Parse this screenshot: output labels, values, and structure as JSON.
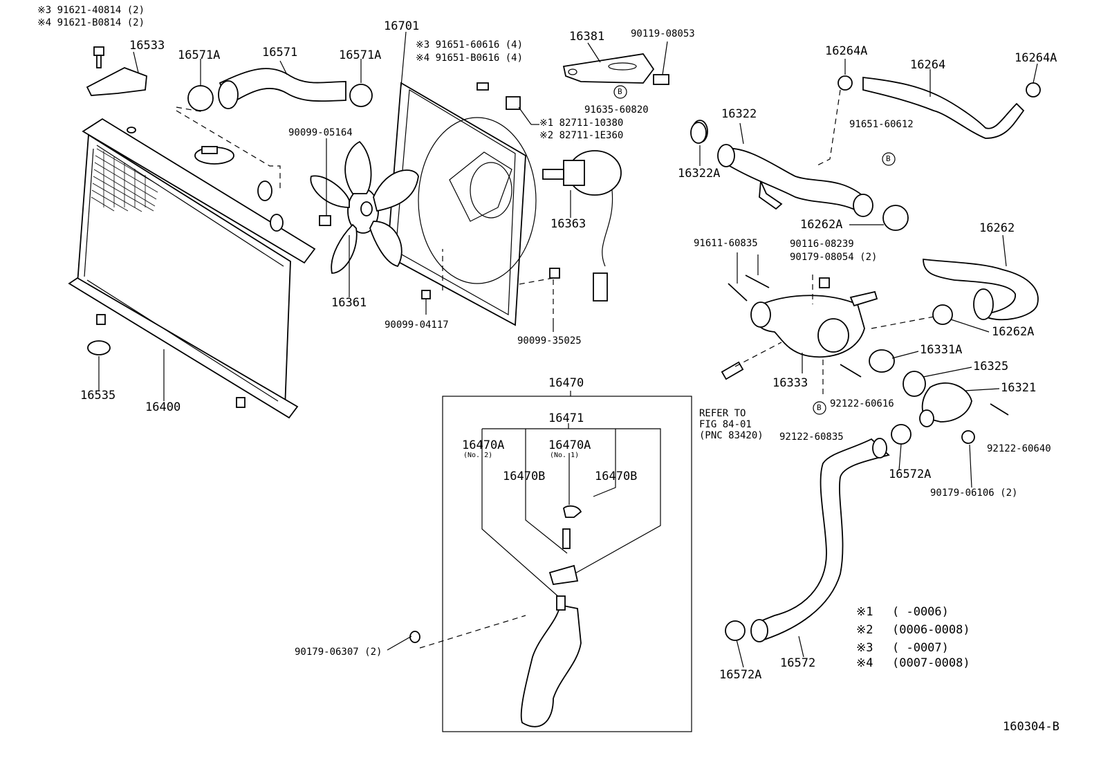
{
  "figure_id": "160304-B",
  "labels": {
    "p_91621_40814": "※3 91621-40814 (2)",
    "p_91621_b0814": "※4 91621-B0814 (2)",
    "p_16533": "16533",
    "p_16571a_l": "16571A",
    "p_16571": "16571",
    "p_16571a_r": "16571A",
    "p_16701": "16701",
    "p_91651_60616": "※3 91651-60616 (4)",
    "p_91651_b0616": "※4 91651-B0616 (4)",
    "p_16381": "16381",
    "p_90119_08053": "90119-08053",
    "p_91635_60820": "91635-60820",
    "p_82711_10380": "※1 82711-10380",
    "p_82711_1e360": "※2 82711-1E360",
    "p_90099_05164": "90099-05164",
    "p_16363": "16363",
    "p_16361": "16361",
    "p_90099_04117": "90099-04117",
    "p_90099_35025": "90099-35025",
    "p_16535": "16535",
    "p_16400": "16400",
    "p_16264a_l": "16264A",
    "p_16264": "16264",
    "p_16264a_r": "16264A",
    "p_16322": "16322",
    "p_91651_60612": "91651-60612",
    "p_16322a": "16322A",
    "p_16262a_t": "16262A",
    "p_16262": "16262",
    "p_91611_60835": "91611-60835",
    "p_90116_08239": "90116-08239",
    "p_90179_08054": "90179-08054 (2)",
    "p_16262a_b": "16262A",
    "p_16331a": "16331A",
    "p_16325": "16325",
    "p_16321": "16321",
    "p_16333": "16333",
    "p_92122_60616": "92122-60616",
    "p_refer1": "REFER TO",
    "p_refer2": "FIG 84-01",
    "p_refer3": "(PNC 83420)",
    "p_92122_60835": "92122-60835",
    "p_16572a_r": "16572A",
    "p_92122_60640": "92122-60640",
    "p_90179_06106": "90179-06106 (2)",
    "p_16470": "16470",
    "p_16471": "16471",
    "p_16470a_2": "16470A",
    "p_no2": "(No. 2)",
    "p_16470a_1": "16470A",
    "p_no1": "(No. 1)",
    "p_16470b_l": "16470B",
    "p_16470b_r": "16470B",
    "p_90179_06307": "90179-06307 (2)",
    "p_16572a_b": "16572A",
    "p_16572": "16572"
  },
  "legend": [
    {
      "mark": "※1",
      "range": "(      -0006)"
    },
    {
      "mark": "※2",
      "range": "(0006-0008)"
    },
    {
      "mark": "※3",
      "range": "(      -0007)"
    },
    {
      "mark": "※4",
      "range": "(0007-0008)"
    }
  ],
  "bolt_marker": "B"
}
